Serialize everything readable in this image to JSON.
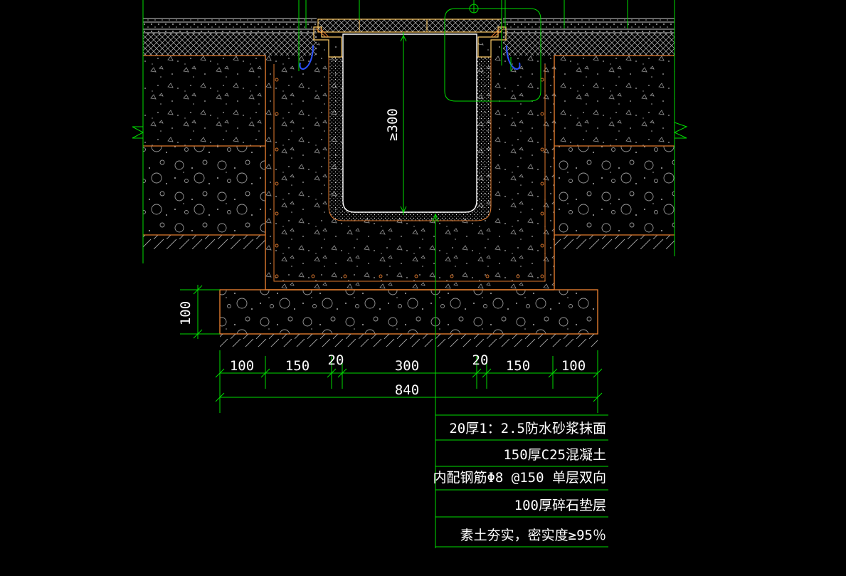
{
  "dimensions": {
    "depth": "≥300",
    "pad_thickness": "100",
    "segments": [
      "100",
      "150",
      "20",
      "300",
      "20",
      "150",
      "100"
    ],
    "total": "840"
  },
  "notes": [
    "20厚1：2.5防水砂浆抹面",
    "150厚C25混凝土",
    "内配钢筋Φ8 @150 单层双向",
    "100厚碎石垫层",
    "素土夯实，密实度≥95％"
  ],
  "colors": {
    "background": "#000000",
    "outline": "#e07a2e",
    "dimension": "#00dd00",
    "hatch": "#cccccc",
    "text": "#ffffff",
    "rebar": "#2a50ff"
  }
}
